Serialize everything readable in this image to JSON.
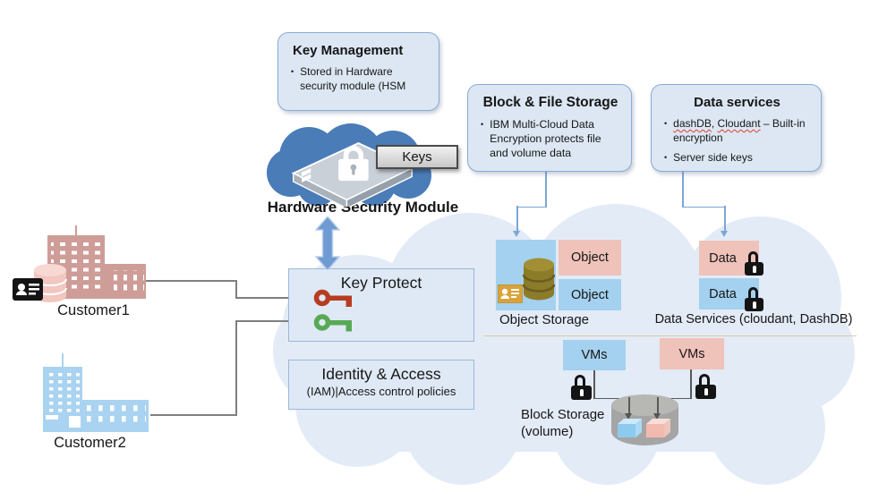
{
  "callouts": {
    "key_management": {
      "title": "Key Management",
      "bullet": "Stored in Hardware security module (HSM"
    },
    "block_file": {
      "title": "Block & File Storage",
      "bullet": "IBM Multi-Cloud Data Encryption protects file and volume data"
    },
    "data_services": {
      "title": "Data services",
      "b1_word1": "dashDB",
      "b1_sep": ", ",
      "b1_word2": "Cloudant",
      "b1_rest": " – Built-in encryption",
      "b2": "Server side keys"
    }
  },
  "hsm": {
    "label": "Hardware Security Module",
    "keys_tag": "Keys"
  },
  "key_protect": {
    "title": "Key Protect"
  },
  "identity": {
    "title": "Identity & Access",
    "subtitle": "(IAM)|Access control policies"
  },
  "customers": {
    "c1": "Customer1",
    "c2": "Customer2"
  },
  "storage": {
    "object_pink": "Object",
    "object_blue": "Object",
    "object_label": "Object Storage",
    "data_pink": "Data",
    "data_blue": "Data",
    "data_label": "Data Services (cloudant, DashDB)",
    "vms_blue": "VMs",
    "vms_pink": "VMs",
    "block_label1": "Block Storage",
    "block_label2": "(volume)"
  },
  "colors": {
    "big_cloud": "#e3ebf7",
    "hsm_cloud": "#4a7cb7",
    "callout_fill": "#dce7f3",
    "callout_border": "#88abd4",
    "pink_box": "#efc2ba",
    "blue_box": "#a4d1ef",
    "red_key": "#b63d22",
    "green_key": "#58a957",
    "gold_db": "#8c7c2a",
    "divider": "#dfc8a6"
  }
}
